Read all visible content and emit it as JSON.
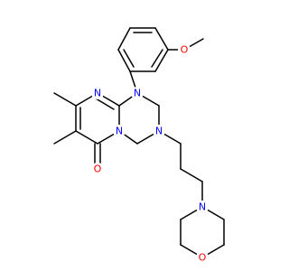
{
  "colors": {
    "background": "#ffffff",
    "bond": "#000000",
    "N": "#0000ff",
    "O": "#ff0000"
  },
  "atom_labels": {
    "O_methoxy": "O",
    "N_triazine_top": "N",
    "N_pyrimidine": "N",
    "N_fused": "N",
    "N_triazine_right": "N",
    "O_carbonyl": "O",
    "N_morpholine": "N",
    "O_morpholine": "O"
  }
}
